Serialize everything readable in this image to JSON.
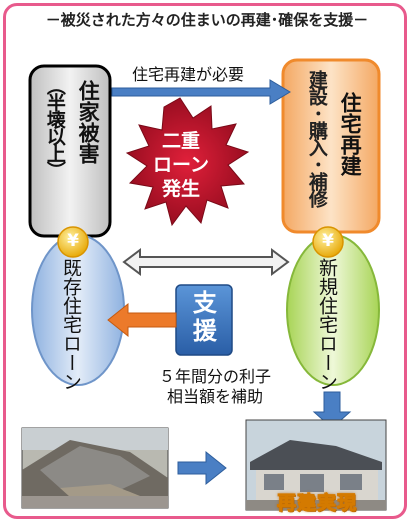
{
  "title": "－被災された方々の住まいの再建･確保を支援－",
  "damage_box": {
    "main": "住家被害",
    "sub": "（半壊以上）"
  },
  "rebuild_box": {
    "main": "住宅再建",
    "sub": "建設･購入･補修"
  },
  "arrow_label": "住宅再建が必要",
  "burst": [
    "二重",
    "ローン",
    "発生"
  ],
  "old_loan": {
    "yen": "¥",
    "label": "既存住宅ローン"
  },
  "new_loan": {
    "yen": "¥",
    "label": "新規住宅ローン"
  },
  "support": "支援",
  "subsidy": [
    "５年間分の利子",
    "相当額を補助"
  ],
  "photo_after_label": "再建実現",
  "colors": {
    "border": "#e85a8c",
    "gray_box": "#d9d9d9",
    "orange_box": "#f8c99a",
    "burst": "#c0142a",
    "blue_oval": "#bcd2ee",
    "green_oval": "#cfe89a",
    "support_box": "#3a78c2",
    "arrow_blue": "#4a7fc4",
    "arrow_orange": "#ec7a2a",
    "yen": "#f2b705"
  }
}
